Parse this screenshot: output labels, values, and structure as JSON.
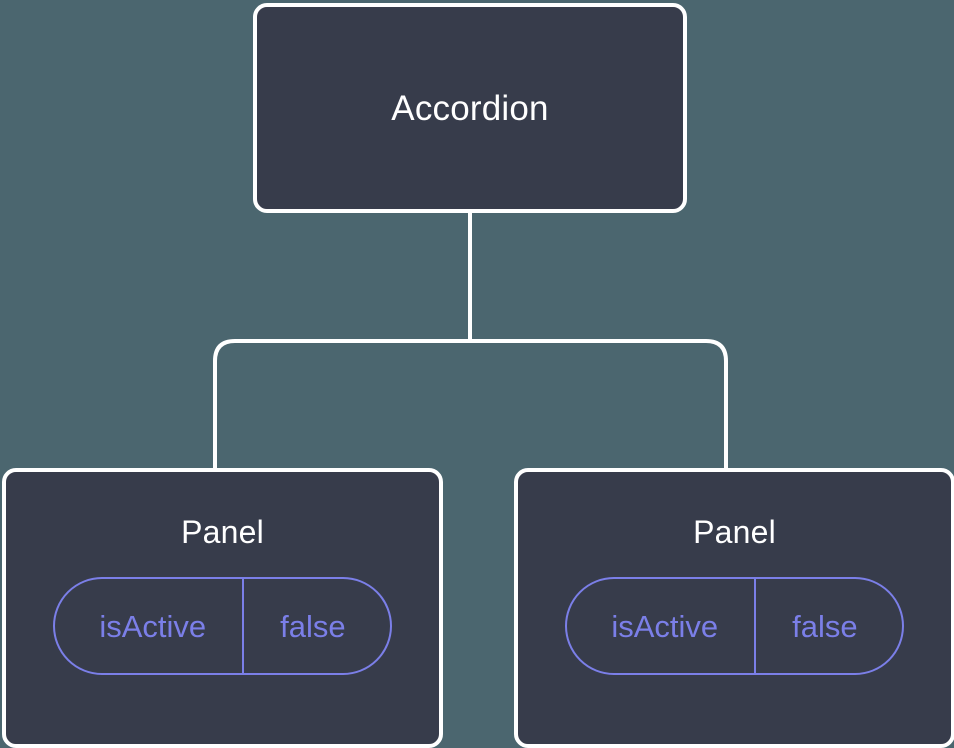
{
  "canvas": {
    "background_color": "#4b666f",
    "node_fill_color": "#373c4b",
    "node_border_color": "#ffffff",
    "connector_color": "#ffffff",
    "accent_color": "#7b7fe8"
  },
  "tree": {
    "root": {
      "label": "Accordion"
    },
    "children": [
      {
        "label": "Panel",
        "props": [
          {
            "key": "isActive",
            "value": "false"
          }
        ]
      },
      {
        "label": "Panel",
        "props": [
          {
            "key": "isActive",
            "value": "false"
          }
        ]
      }
    ]
  }
}
